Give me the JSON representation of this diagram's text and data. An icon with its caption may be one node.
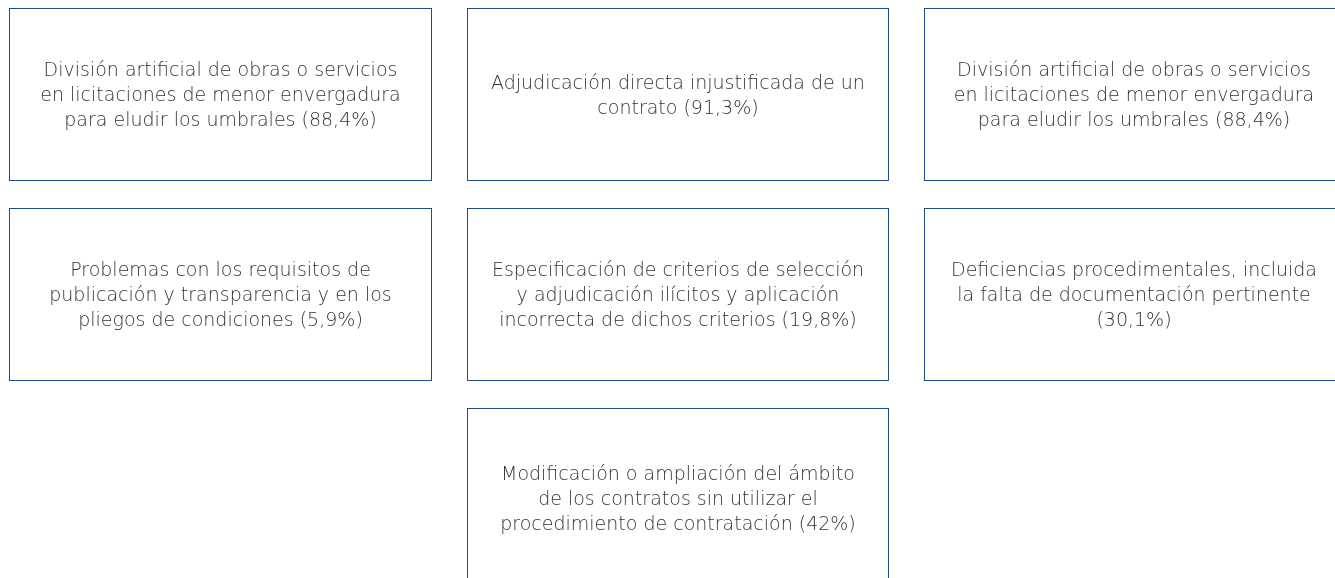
{
  "diagram": {
    "nodes": [
      {
        "text": [
          "División artificial de obras o servicios en licitaciones de menor envergadura para eludir los umbrales (88,4%)"
        ]
      },
      {
        "text": [
          "Adjudicación directa injustificada de un contrato (91,3%)"
        ]
      },
      {
        "text": [
          "División artificial de obras o servicios en licitaciones de menor envergadura para eludir los umbrales (88,4%)"
        ]
      },
      {
        "text": [
          "Problemas con los requisitos de publicación y transparencia y en los pliegos de condiciones (5,9%)"
        ]
      },
      {
        "text": [
          "Especificación de criterios de selección y adjudicación ilícitos y aplicación incorrecta de dichos criterios (19,8%)"
        ]
      },
      {
        "text": [
          "Deficiencias procedimentales, incluida la falta de documentación pertinente (30,1%)"
        ]
      },
      {
        "text": [
          "Modificación o ampliación del ámbito de los contratos sin utilizar el procedimiento de contratación (42%)"
        ]
      }
    ]
  }
}
